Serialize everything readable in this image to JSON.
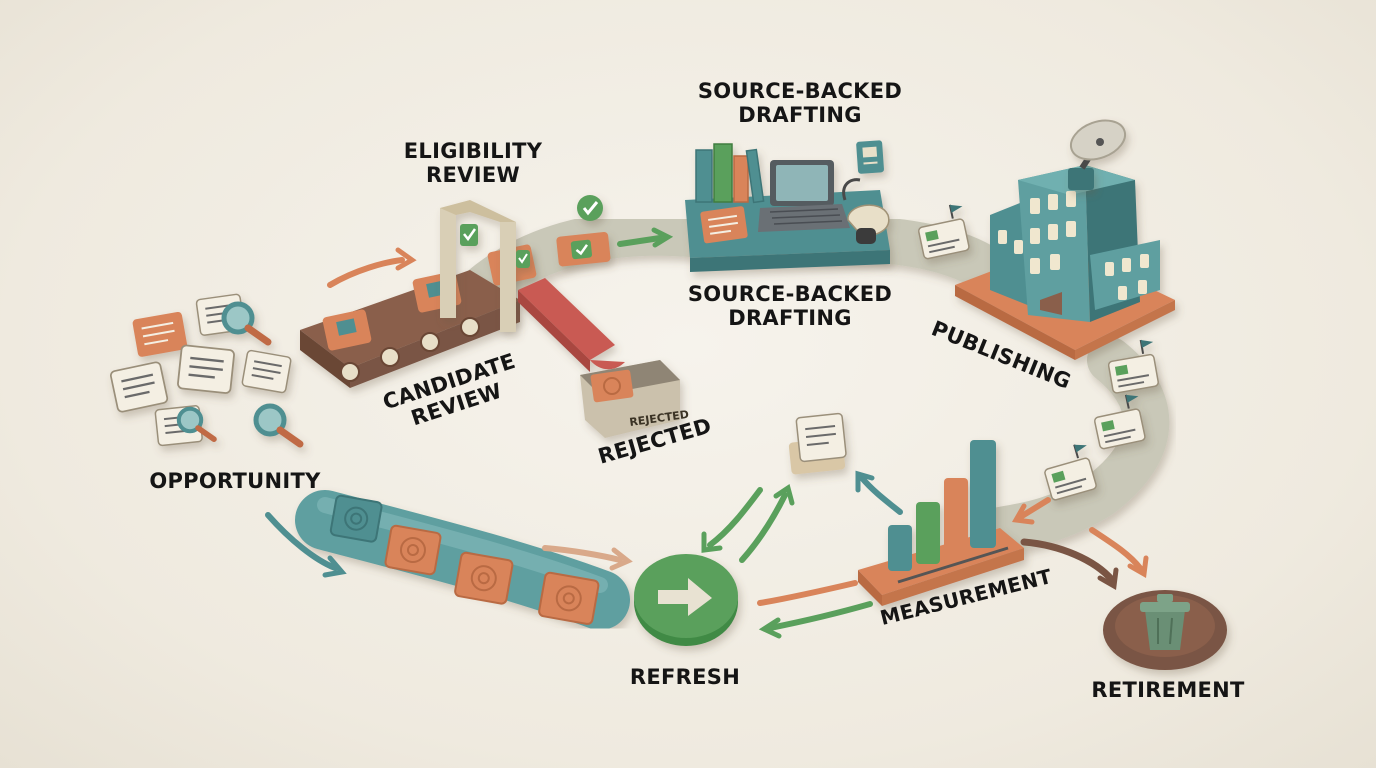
{
  "labels": {
    "eligibility_review": "ELIGIBILITY\nREVIEW",
    "source_backed_drafting_top": "SOURCE-BACKED\nDRAFTING",
    "source_backed_drafting_bottom": "SOURCE-BACKED\nDRAFTING",
    "publishing": "PUBLISHING",
    "candidate_review": "CANDIDATE\nREVIEW",
    "rejected": "REJECTED",
    "opportunity": "OPPORTUNITY",
    "refresh": "REFRESH",
    "measurement": "MEASUREMENT",
    "retirement": "RETIREMENT",
    "bin_tag": "REJECTED"
  },
  "colors": {
    "teal": "#4f8f91",
    "teal_dark": "#3d7577",
    "orange": "#d9845a",
    "orange_dark": "#b96a43",
    "green": "#5aa05c",
    "brown": "#7a5544",
    "cream": "#f4efe3",
    "path_gray": "#c9c8b8",
    "red_slide": "#c95a52"
  },
  "icons": [
    "document-icon",
    "magnifier-icon",
    "conveyor-icon",
    "gate-icon",
    "slide-icon",
    "bin-icon",
    "checkmark-icon",
    "books-icon",
    "laptop-icon",
    "hand-icon",
    "building-icon",
    "satellite-dish-icon",
    "flag-card-icon",
    "bar-chart-icon",
    "refresh-arrow-icon",
    "trash-can-icon",
    "fingerprint-tile-icon",
    "arrow-icon"
  ]
}
